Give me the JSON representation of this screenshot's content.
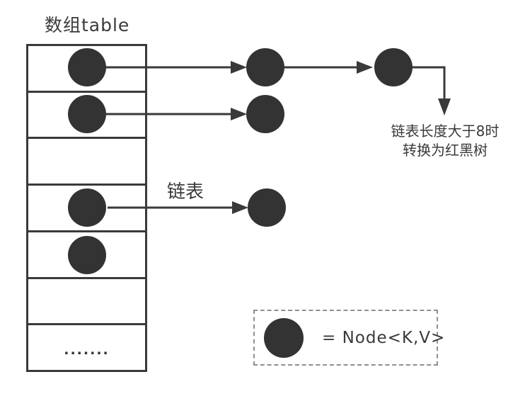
{
  "title": "数组table",
  "labels": {
    "linked_list": "链表"
  },
  "annotation": {
    "line1": "链表长度大于8时",
    "line2": "转换为红黑树"
  },
  "array": {
    "ellipsis": ".......",
    "cell_count": 7
  },
  "legend": {
    "text": "= Node<K,V>",
    "symbol": "node-circle-icon"
  },
  "diagram": {
    "type": "hashmap-structure",
    "buckets": [
      {
        "index": 0,
        "has_node": true,
        "chain_nodes_after_bucket": 2,
        "chain_continues_to": "red-black-tree-note"
      },
      {
        "index": 1,
        "has_node": true,
        "chain_nodes_after_bucket": 1
      },
      {
        "index": 2,
        "has_node": false,
        "chain_nodes_after_bucket": 0
      },
      {
        "index": 3,
        "has_node": true,
        "chain_nodes_after_bucket": 1,
        "arrow_label": "链表"
      },
      {
        "index": 4,
        "has_node": true,
        "chain_nodes_after_bucket": 0
      },
      {
        "index": 5,
        "has_node": false,
        "chain_nodes_after_bucket": 0
      },
      {
        "index": 6,
        "has_node": false,
        "chain_nodes_after_bucket": 0,
        "cell_text": "......."
      }
    ]
  },
  "colors": {
    "ink": "#3a3a3a",
    "node_fill": "#333333",
    "legend_border": "#8f8f8f",
    "background": "#ffffff"
  }
}
